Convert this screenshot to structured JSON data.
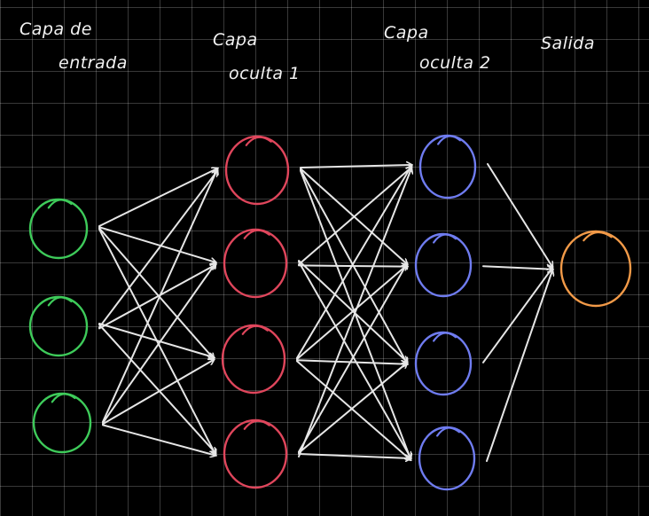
{
  "canvas": {
    "background": "#000000",
    "grid": true
  },
  "labels": {
    "input_line1": "Capa de",
    "input_line2": "entrada",
    "hidden1_line1": "Capa",
    "hidden1_line2": "oculta 1",
    "hidden2_line1": "Capa",
    "hidden2_line2": "oculta 2",
    "output": "Salida"
  },
  "layers": [
    {
      "id": "input",
      "neurons": 3,
      "color": "#3ecb5a"
    },
    {
      "id": "hidden1",
      "neurons": 4,
      "color": "#e0465c"
    },
    {
      "id": "hidden2",
      "neurons": 4,
      "color": "#6f7cf0"
    },
    {
      "id": "output",
      "neurons": 1,
      "color": "#f29a48"
    }
  ],
  "connections": {
    "color": "#e6e6e6",
    "fully_connected": true
  }
}
